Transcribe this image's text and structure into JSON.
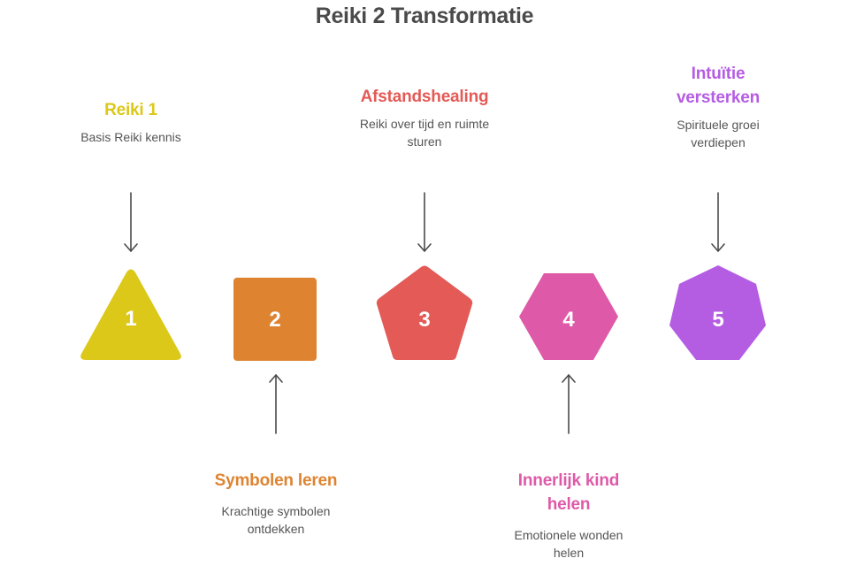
{
  "title": "Reiki 2 Transformatie",
  "arrow_color": "#4a4a4a",
  "steps": [
    {
      "number": "1",
      "shape": "triangle",
      "color": "#dcc819",
      "heading": "Reiki 1",
      "description": "Basis Reiki kennis",
      "label_position": "top"
    },
    {
      "number": "2",
      "shape": "square",
      "color": "#de8431",
      "heading": "Symbolen leren",
      "description": "Krachtige symbolen ontdekken",
      "label_position": "bottom"
    },
    {
      "number": "3",
      "shape": "pentagon",
      "color": "#e35a56",
      "heading": "Afstandshealing",
      "description": "Reiki over tijd en ruimte sturen",
      "label_position": "top"
    },
    {
      "number": "4",
      "shape": "hexagon",
      "color": "#de5aa8",
      "heading": "Innerlijk kind helen",
      "description": "Emotionele wonden helen",
      "label_position": "bottom"
    },
    {
      "number": "5",
      "shape": "heptagon",
      "color": "#b55de2",
      "heading": "Intuïtie versterken",
      "description": "Spirituele groei verdiepen",
      "label_position": "top"
    }
  ]
}
